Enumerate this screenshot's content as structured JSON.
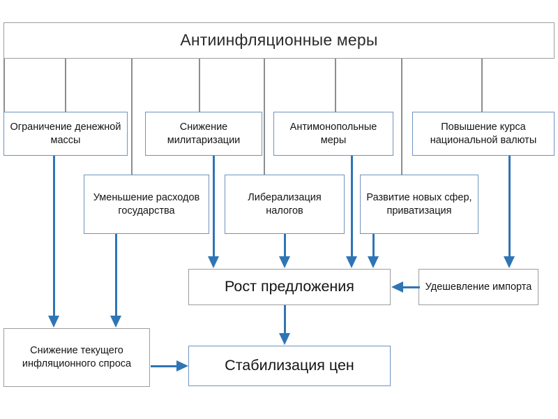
{
  "diagram": {
    "title_node": {
      "label": "Антиинфляционные меры",
      "border_color": "#9d9d9d"
    },
    "level1": [
      {
        "label": "Ограничение денежной массы",
        "border_color": "#6f93bd"
      },
      {
        "label": "Снижение милитаризации",
        "border_color": "#6f93bd"
      },
      {
        "label": "Антимонопольные меры",
        "border_color": "#6f93bd"
      },
      {
        "label": "Повышение курса национальной валюты",
        "border_color": "#6f93bd"
      }
    ],
    "level2": [
      {
        "label": "Уменьшение расходов государства",
        "border_color": "#6f93bd"
      },
      {
        "label": "Либерализация налогов",
        "border_color": "#6f93bd"
      },
      {
        "label": "Развитие новых сфер, приватизация",
        "border_color": "#6f93bd"
      }
    ],
    "level3": [
      {
        "label": "Рост предложения",
        "border_color": "#9d9d9d"
      },
      {
        "label": "Удешевление импорта",
        "border_color": "#9d9d9d"
      }
    ],
    "level4": [
      {
        "label": "Снижение текущего инфляционного спроса",
        "border_color": "#9d9d9d"
      },
      {
        "label": "Стабилизация цен",
        "border_color": "#6f93bd"
      }
    ],
    "colors": {
      "arrow_blue": "#2e75b6",
      "box_blue_border": "#6f93bd",
      "box_gray_border": "#9d9d9d",
      "text": "#141414",
      "background": "#ffffff"
    }
  }
}
